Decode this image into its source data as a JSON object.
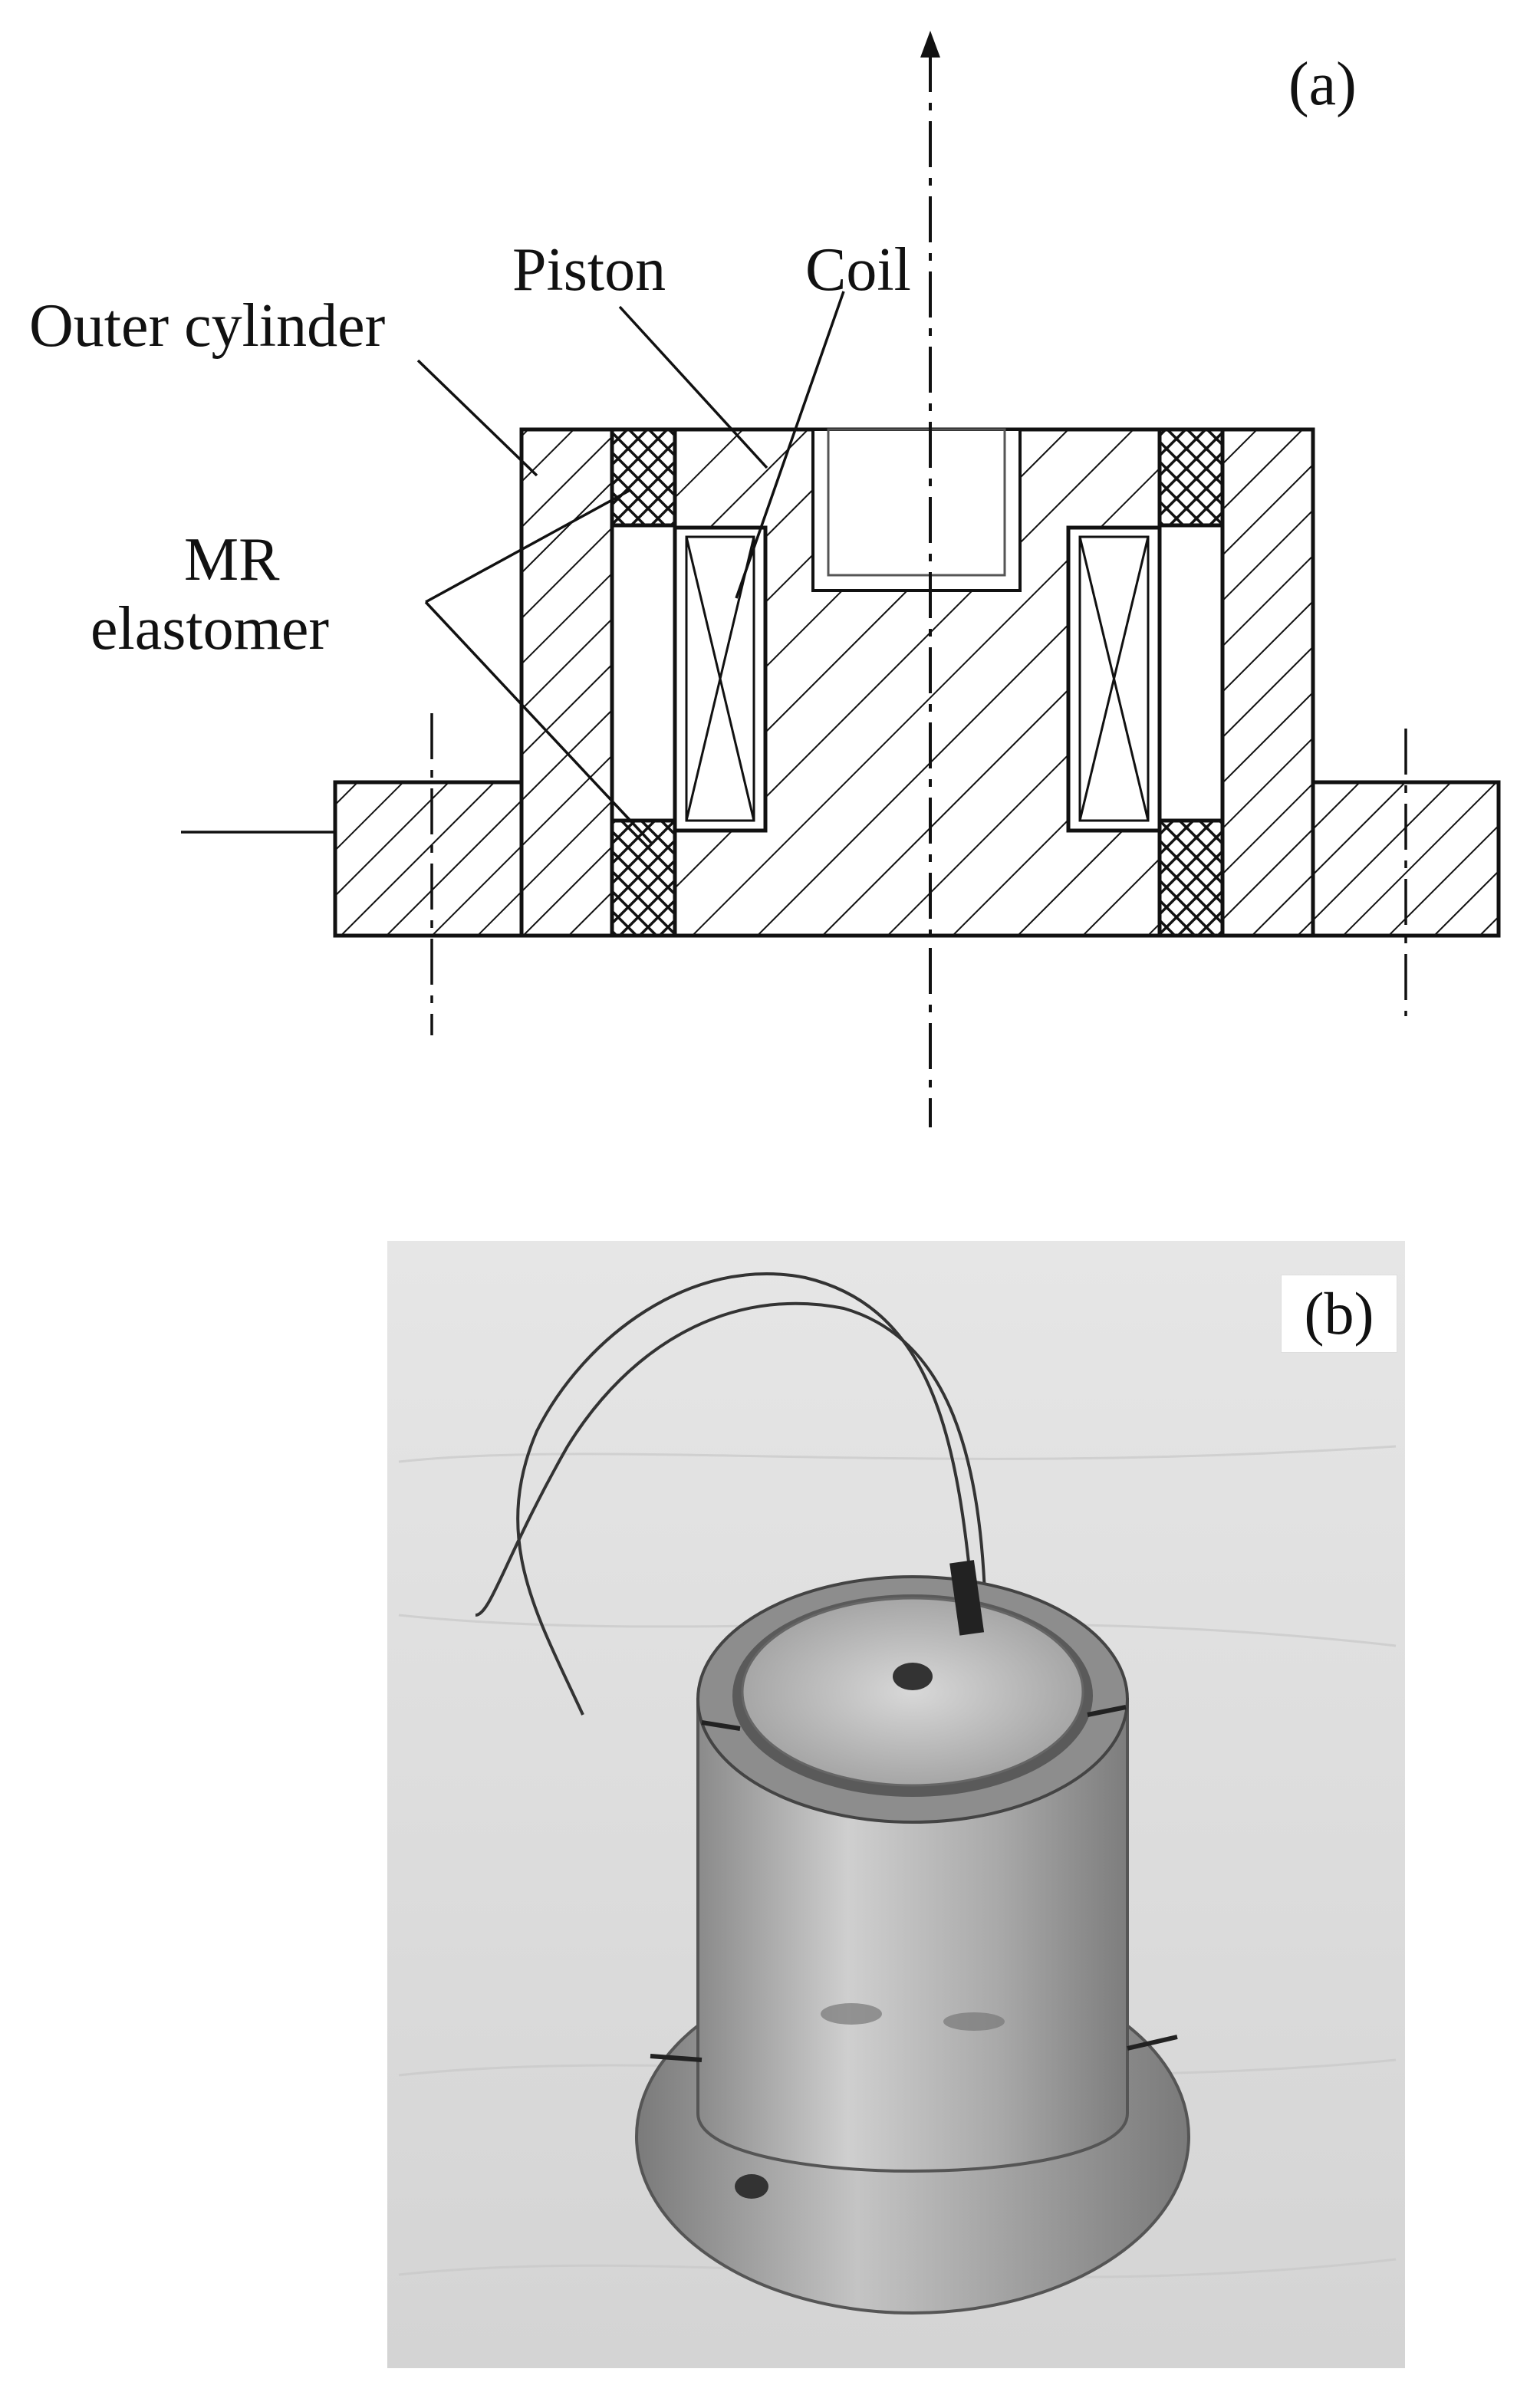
{
  "panel_a": {
    "tag": "(a)",
    "labels": {
      "outer_cylinder": "Outer cylinder",
      "piston": "Piston",
      "coil": "Coil",
      "mr_line1": "MR",
      "mr_line2": "elastomer"
    }
  },
  "panel_b": {
    "tag": "(b)"
  },
  "colors": {
    "ink": "#111111",
    "photo_background": "#dcdcdc",
    "metal": "#b0b0b0"
  }
}
